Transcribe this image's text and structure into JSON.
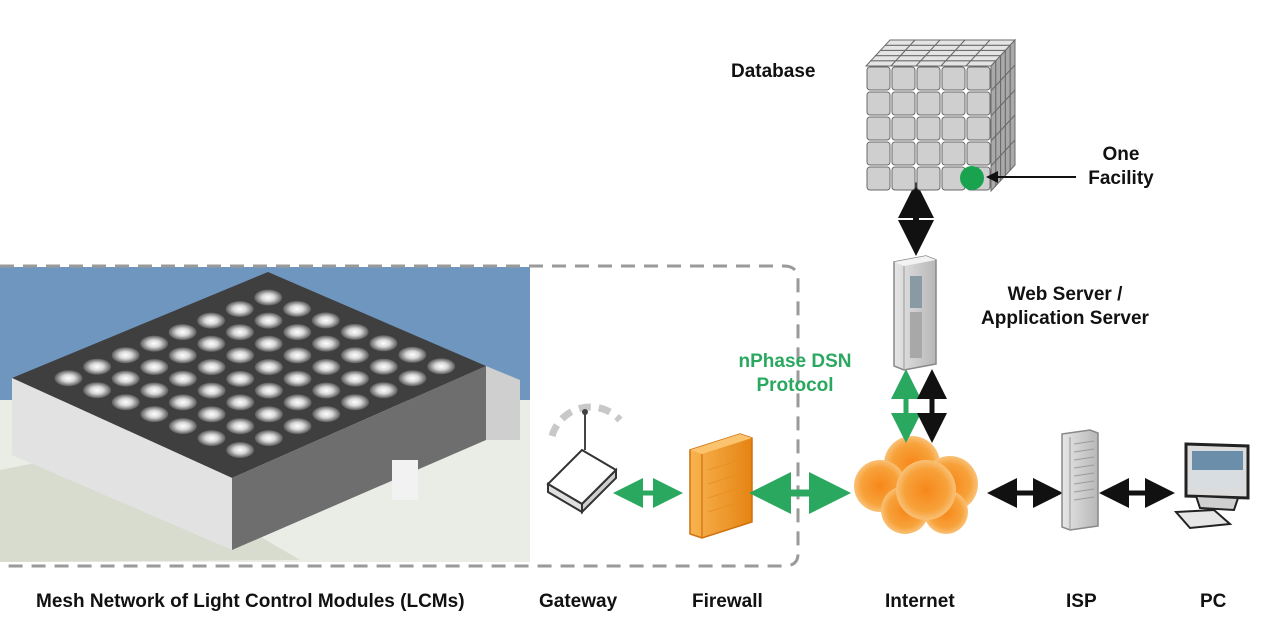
{
  "labels": {
    "database": "Database",
    "one_facility_line1": "One",
    "one_facility_line2": "Facility",
    "web_server_line1": "Web Server /",
    "web_server_line2": "Application Server",
    "protocol_line1": "nPhase DSN",
    "protocol_line2": "Protocol",
    "mesh_network": "Mesh Network of Light Control Modules (LCMs)",
    "gateway": "Gateway",
    "firewall": "Firewall",
    "internet": "Internet",
    "isp": "ISP",
    "pc": "PC"
  },
  "colors": {
    "protocol_green": "#2aa860",
    "arrow_black": "#111111",
    "facility_dot": "#1aa34f",
    "firewall_orange": "#f39a1e",
    "cloud_orange": "#f7a23a",
    "dashed_border": "#9a9a9a",
    "sky_blue": "#6f96bf"
  },
  "icons": [
    "database-cube-icon",
    "server-tower-icon",
    "building-icon",
    "gateway-router-icon",
    "firewall-icon",
    "internet-cloud-icon",
    "isp-server-icon",
    "pc-icon"
  ]
}
